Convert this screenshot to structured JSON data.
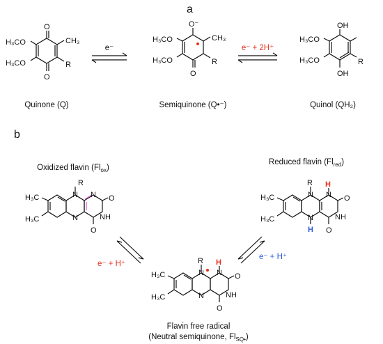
{
  "panel_a_label": "a",
  "panel_b_label": "b",
  "quinone": {
    "caption": "Quinone (Q)",
    "o_top": "O",
    "o_bottom": "O",
    "sub1": "H₃CO",
    "sub2": "H₃CO",
    "sub3": "CH₃",
    "sub4": "R"
  },
  "semiquinone": {
    "caption": "Semiquinone (Q•⁻)",
    "o_top": "O⁻",
    "o_bottom": "O",
    "sub1": "H₃CO",
    "sub2": "H₃CO",
    "sub3": "CH₃",
    "sub4": "R"
  },
  "quinol": {
    "caption": "Quinol (QH₂)",
    "o_top": "OH",
    "o_bottom": "OH",
    "sub1": "H₃CO",
    "sub2": "H₃CO",
    "sub4": "R"
  },
  "arrow1_label": "e⁻",
  "arrow2_label": "e⁻ + 2H⁺",
  "oxidized_flavin": {
    "caption": "Oxidized flavin (Fl",
    "caption_sub": "ox",
    "caption_end": ")",
    "n5": "N",
    "n10": "N",
    "n1": "N",
    "nh": "NH",
    "o2": "O",
    "o4": "O",
    "r": "R",
    "me1": "H₃C",
    "me2": "H₃C"
  },
  "reduced_flavin": {
    "caption": "Reduced flavin (Fl",
    "caption_sub": "red",
    "caption_end": ")",
    "n5": "N",
    "n10": "N",
    "n1": "N",
    "nh": "NH",
    "h1": "H",
    "h5": "H",
    "o2": "O",
    "o4": "O",
    "r": "R",
    "me1": "H₃C",
    "me2": "H₃C"
  },
  "flavin_radical": {
    "caption_line1": "Flavin free radical",
    "caption_line2": "(Neutral semiquinone, Fl",
    "caption_sub": "SQ•",
    "caption_end": ")",
    "n5": "N",
    "n10": "N",
    "n1": "N",
    "nh": "NH",
    "h1": "H",
    "o2": "O",
    "o4": "O",
    "r": "R",
    "me1": "H₃C",
    "me2": "H₃C"
  },
  "arrow_left_label": "e⁻ + H⁺",
  "arrow_right_label": "e⁻ + H⁺",
  "colors": {
    "red": "#e8311e",
    "blue": "#2d5bd8",
    "magenta": "#e060d8",
    "ink": "#111111"
  }
}
